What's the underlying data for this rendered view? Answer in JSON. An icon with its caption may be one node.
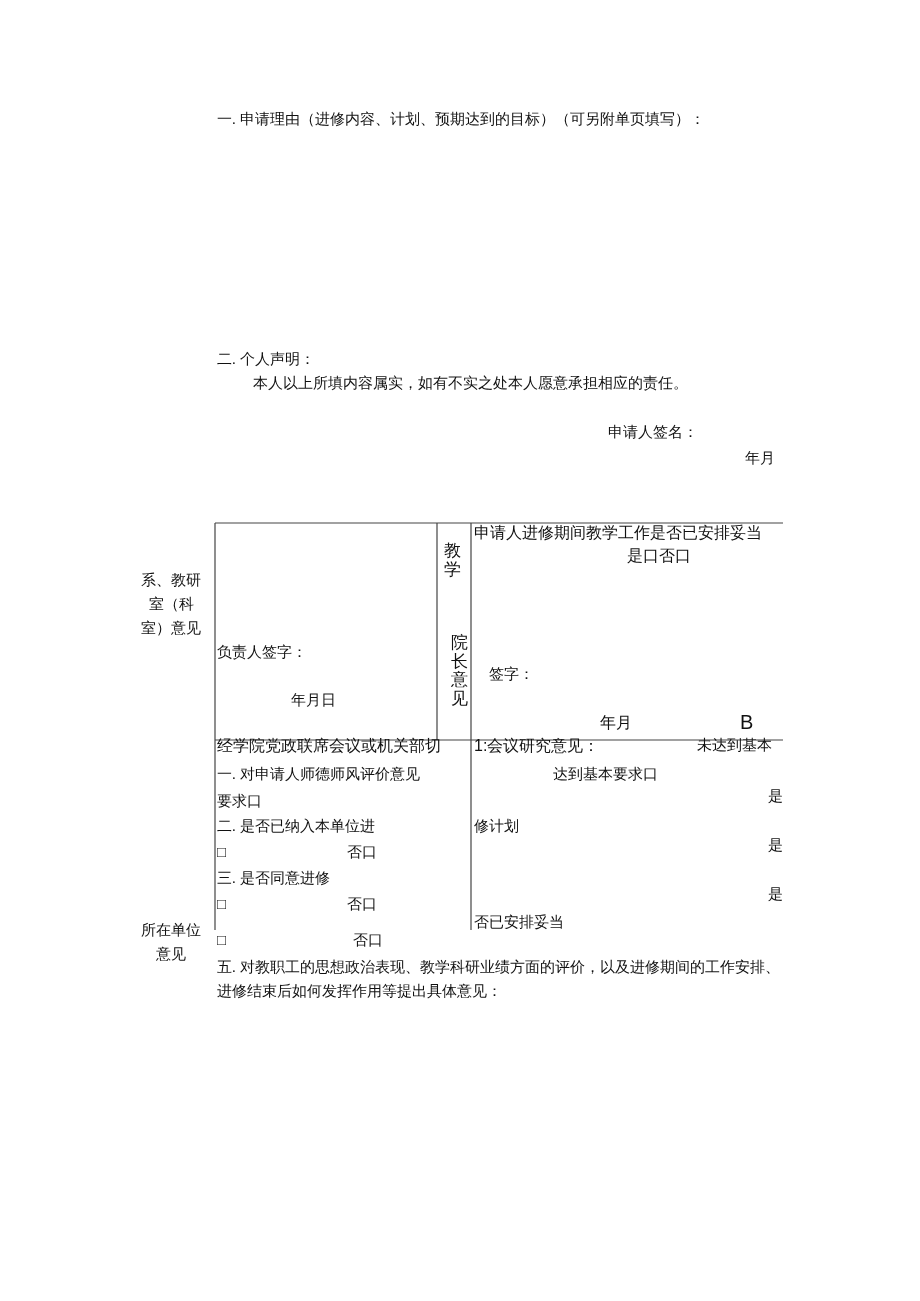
{
  "diagram": {
    "labels": [
      "一. 申请理由（进修内容、计划、预期达到的目标）（可另附单页填写）：",
      "二. 个人声明：",
      "本人以上所填内容属实，如有不实之处本人愿意承担相应的责任。",
      "申请人签名：",
      "年月",
      "系、教研室（科室）意见",
      "负责人签字：",
      "年月日",
      "教学",
      "院长意见",
      "申请人进修期间教学工作是否已安排妥当",
      "是口否口",
      "签字：",
      "年月",
      "B",
      "经学院党政联席会议或机关部切",
      "1:会议研究意见：",
      "未达到基本",
      "一. 对申请人师德师风评价意见",
      "达到基本要求口",
      "要求口",
      "是",
      "二. 是否已纳入本单位进",
      "修计划",
      "□",
      "否口",
      "是",
      "三. 是否同意进修",
      "是",
      "□",
      "否口",
      "所在单位意见",
      "否已安排妥当",
      "□",
      "否口",
      "五. 对教职工的思想政治表现、教学科研业绩方面的评价，以及进修期间的工作安排、进修结束后如何发挥作用等提出具体意见："
    ]
  }
}
